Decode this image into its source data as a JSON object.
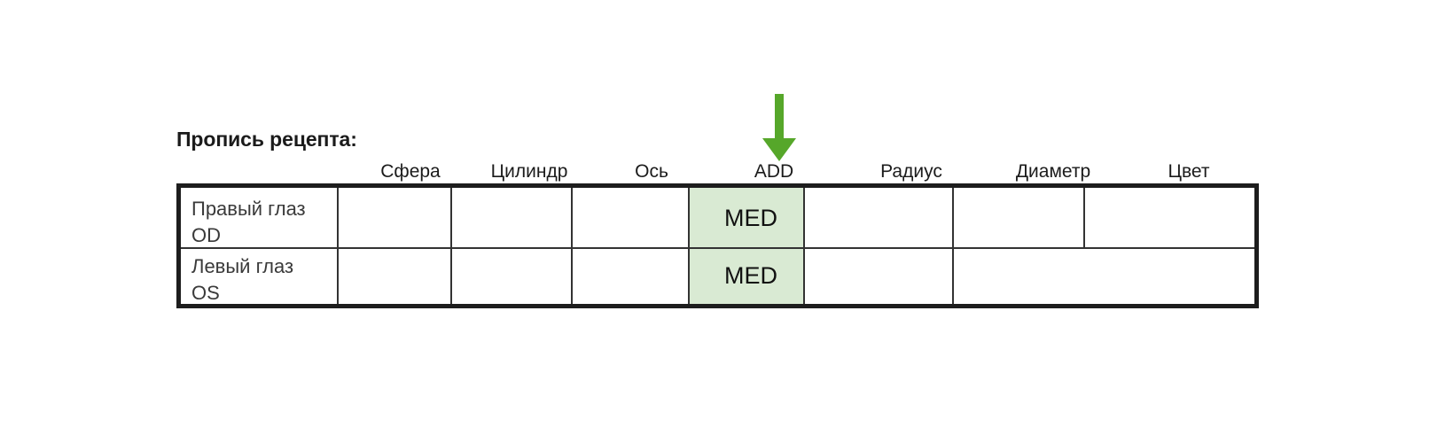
{
  "document": {
    "section_title": "Пропись рецепта:"
  },
  "annotation": {
    "arrow_icon": "arrow-down-icon",
    "arrow_color": "#56a72a",
    "points_at_column": "ADD"
  },
  "table": {
    "name": "prescription-table",
    "highlight_color": "#d9ead3",
    "border_color": "#1d1d1d",
    "grid_color": "#333333",
    "row_label_header": "",
    "columns": [
      {
        "key": "sphere",
        "label": "Сфера",
        "highlighted": false
      },
      {
        "key": "cylinder",
        "label": "Цилиндр",
        "highlighted": false
      },
      {
        "key": "axis",
        "label": "Ось",
        "highlighted": false
      },
      {
        "key": "add",
        "label": "ADD",
        "highlighted": true
      },
      {
        "key": "radius",
        "label": "Радиус",
        "highlighted": false
      },
      {
        "key": "diameter",
        "label": "Диаметр",
        "highlighted": false
      },
      {
        "key": "color",
        "label": "Цвет",
        "highlighted": false
      }
    ],
    "rows": [
      {
        "name": "right-eye-row",
        "label": "Правый глаз",
        "code": "OD",
        "cells": {
          "sphere": "",
          "cylinder": "",
          "axis": "",
          "add": "MED",
          "radius": "",
          "diameter": "",
          "color": ""
        }
      },
      {
        "name": "left-eye-row",
        "label": "Левый глаз",
        "code": "OS",
        "cells": {
          "sphere": "",
          "cylinder": "",
          "axis": "",
          "add": "MED",
          "radius": "",
          "diameter": "",
          "color": ""
        }
      }
    ]
  }
}
